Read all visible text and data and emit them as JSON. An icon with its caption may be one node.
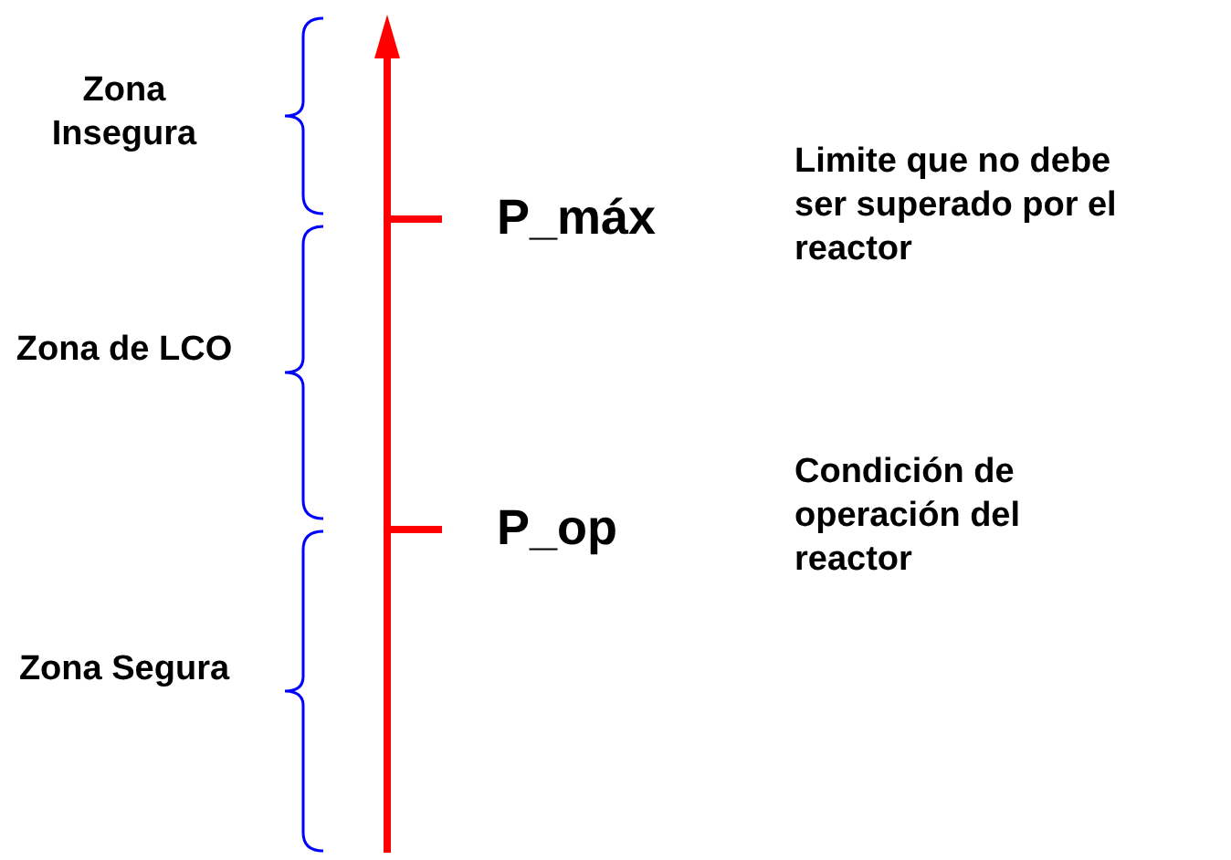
{
  "diagram": {
    "labels": [
      "Zona Insegura",
      "Zona de LCO",
      "Zona Segura",
      "P_máx",
      "P_op",
      "Limite que no debe ser superado por el reactor",
      "Condición de operación del reactor"
    ]
  }
}
